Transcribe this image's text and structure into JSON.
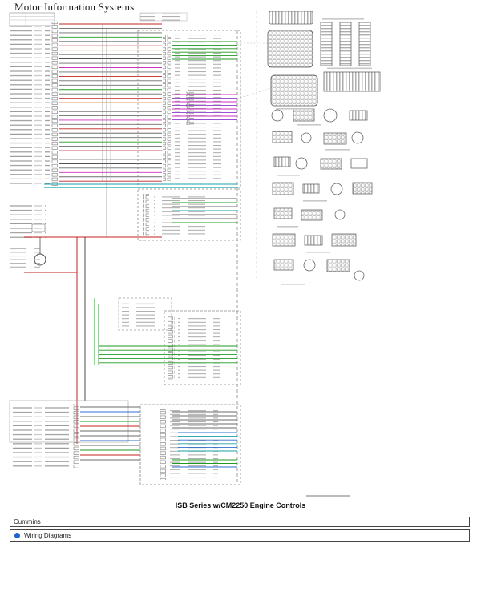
{
  "page": {
    "title": "Motor Information Systems",
    "caption": "ISB Series w/CM2250 Engine Controls"
  },
  "footer": {
    "brand": "Cummins",
    "link_label": "Wiring Diagrams",
    "bullet_color": "#1e63d0"
  },
  "diagram": {
    "type": "wiring-diagram",
    "wire_colors": {
      "neutral": "#6b6b6b",
      "power_red": "#c42121",
      "ground_black": "#3a3a3a",
      "signal_green": "#1f9a1f",
      "signal_magenta": "#cf2fbf",
      "signal_violet": "#9a52d0",
      "signal_cyan": "#18a0a8",
      "signal_blue": "#2f6fd0",
      "signal_orange": "#cf7a1f"
    }
  }
}
